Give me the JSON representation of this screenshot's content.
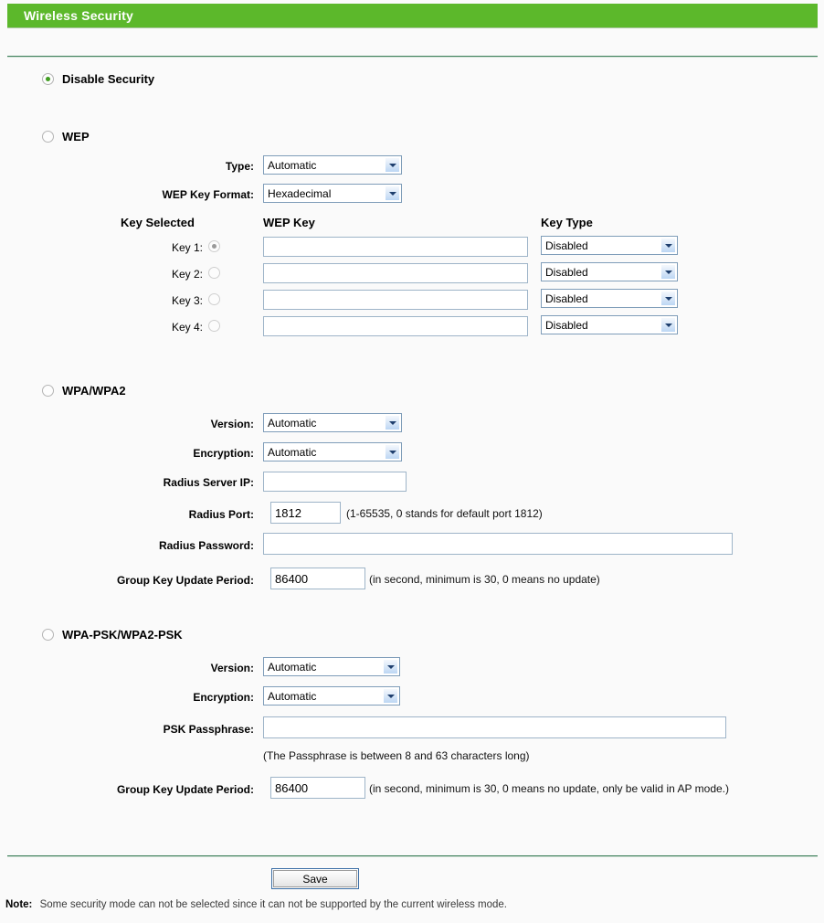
{
  "header": {
    "title": "Wireless Security"
  },
  "modes": {
    "disable": {
      "label": "Disable Security",
      "selected": true
    },
    "wep": {
      "label": "WEP",
      "selected": false
    },
    "wpa": {
      "label": "WPA/WPA2",
      "selected": false
    },
    "wpapsk": {
      "label": "WPA-PSK/WPA2-PSK",
      "selected": false
    }
  },
  "wep": {
    "type_label": "Type:",
    "type_value": "Automatic",
    "format_label": "WEP Key Format:",
    "format_value": "Hexadecimal",
    "col_key_selected": "Key Selected",
    "col_wep_key": "WEP Key",
    "col_key_type": "Key Type",
    "keys": [
      {
        "label": "Key 1:",
        "selected": true,
        "value": "",
        "type": "Disabled"
      },
      {
        "label": "Key 2:",
        "selected": false,
        "value": "",
        "type": "Disabled"
      },
      {
        "label": "Key 3:",
        "selected": false,
        "value": "",
        "type": "Disabled"
      },
      {
        "label": "Key 4:",
        "selected": false,
        "value": "",
        "type": "Disabled"
      }
    ]
  },
  "wpa": {
    "version_label": "Version:",
    "version_value": "Automatic",
    "encryption_label": "Encryption:",
    "encryption_value": "Automatic",
    "radius_ip_label": "Radius Server IP:",
    "radius_ip_value": "",
    "radius_port_label": "Radius Port:",
    "radius_port_value": "1812",
    "radius_port_hint": "(1-65535, 0 stands for default port 1812)",
    "radius_password_label": "Radius Password:",
    "radius_password_value": "",
    "group_key_label": "Group Key Update Period:",
    "group_key_value": "86400",
    "group_key_hint": "(in second, minimum is 30, 0 means no update)"
  },
  "wpapsk": {
    "version_label": "Version:",
    "version_value": "Automatic",
    "encryption_label": "Encryption:",
    "encryption_value": "Automatic",
    "psk_label": "PSK Passphrase:",
    "psk_value": "",
    "psk_hint": "(The Passphrase is between 8 and 63 characters long)",
    "group_key_label": "Group Key Update Period:",
    "group_key_value": "86400",
    "group_key_hint": "(in second, minimum is 30, 0 means no update, only be valid in AP mode.)"
  },
  "footer": {
    "save_label": "Save",
    "note_prefix": "Note:",
    "note_text": "Some security mode can not be selected since it can not be supported by the current wireless mode."
  },
  "colors": {
    "header_green": "#5cb82b",
    "rule_green": "#3f7f5c",
    "radio_dot": "#3f9c20"
  }
}
